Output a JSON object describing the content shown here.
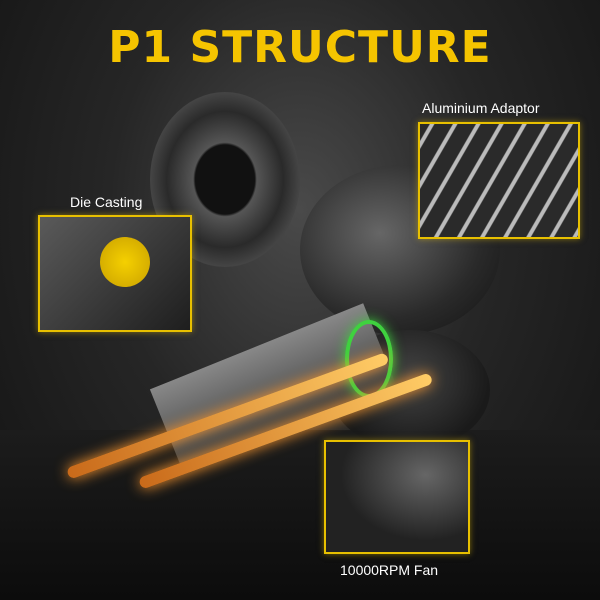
{
  "title": "P1 STRUCTURE",
  "callouts": {
    "die_casting": "Die Casting",
    "adaptor": "Aluminium Adaptor",
    "fan": "10000RPM Fan"
  },
  "colors": {
    "accent": "#f5c400",
    "background": "#1a1a1a"
  }
}
